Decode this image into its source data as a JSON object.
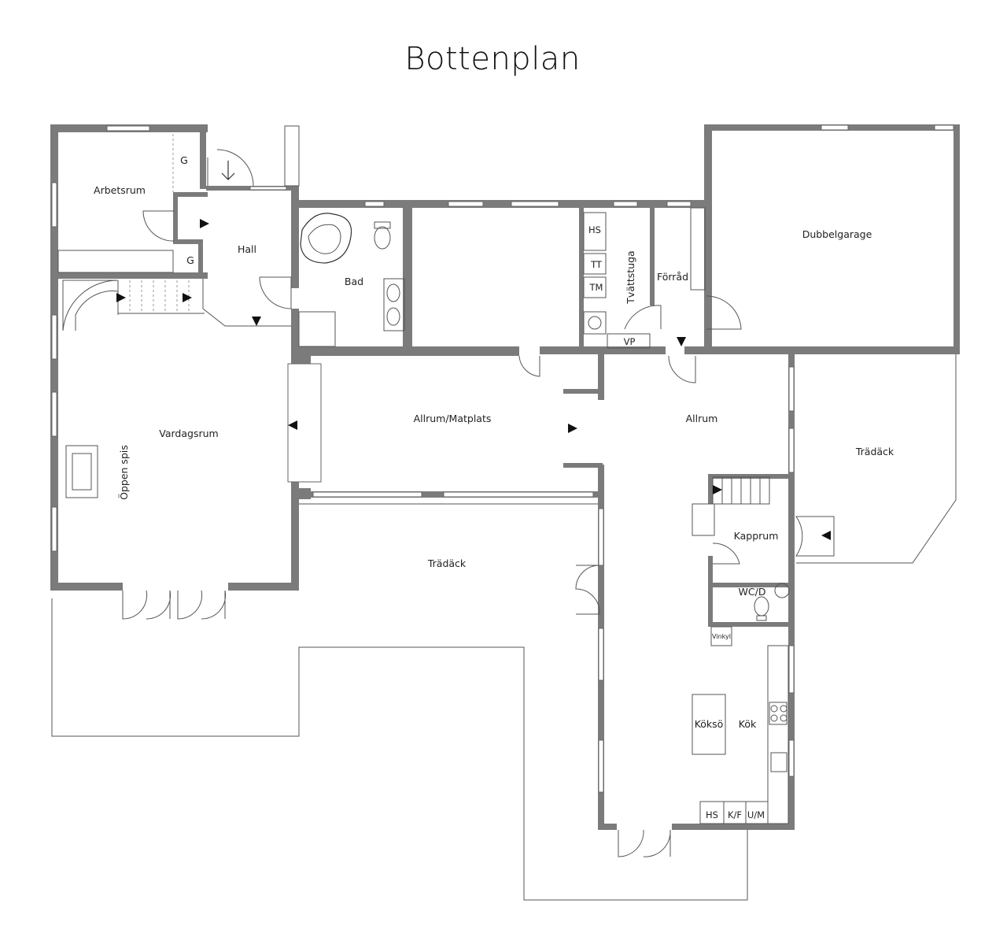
{
  "title": "Bottenplan",
  "rooms": {
    "arbetsrum": "Arbetsrum",
    "g1": "G",
    "g2": "G",
    "hall": "Hall",
    "bad": "Bad",
    "hs_tvatt": "HS",
    "tt": "TT",
    "tm": "TM",
    "tvattstuga": "Tvättstuga",
    "vp": "VP",
    "forrad": "Förråd",
    "dubbelgarage": "Dubbelgarage",
    "vardagsrum": "Vardagsrum",
    "oppen_spis": "Öppen spis",
    "allrum_matplats": "Allrum/Matplats",
    "allrum": "Allrum",
    "tradack_right": "Trädäck",
    "tradack_main": "Trädäck",
    "kapprum": "Kapprum",
    "wcd": "WC/D",
    "vinkyl": "Vinkyl",
    "kakso": "Köksö",
    "kok": "Kök",
    "hs_kok": "HS",
    "kf": "K/F",
    "um": "U/M"
  },
  "colors": {
    "wall": "#7b7b7b",
    "line": "#555555",
    "text": "#222222"
  }
}
